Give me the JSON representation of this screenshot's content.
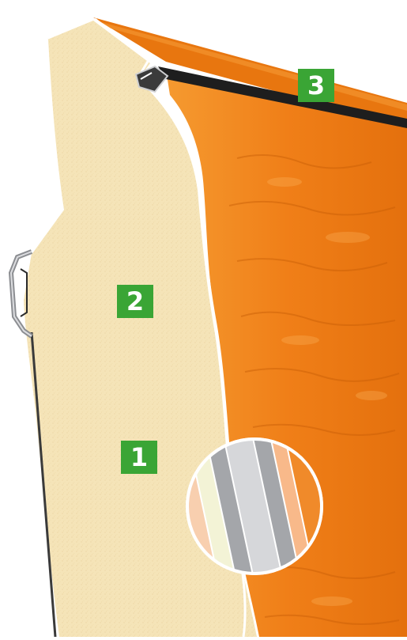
{
  "labels": {
    "marker_1": "1",
    "marker_2": "2",
    "marker_3": "3"
  },
  "colors": {
    "badge_green": "#3aa535",
    "panel_orange": "#f07f18",
    "panel_orange_dark": "#d96a0c",
    "foam_core": "#f5e4b8",
    "seal_black": "#1e1e1e",
    "steel_grey": "#a4a6aa"
  },
  "layers_inset": {
    "stripe_colors": [
      "#f8cfaf",
      "#f3f3d6",
      "#a4a6aa",
      "#d6d7da",
      "#a4a6aa",
      "#f8b98a",
      "#f08a2a"
    ]
  }
}
